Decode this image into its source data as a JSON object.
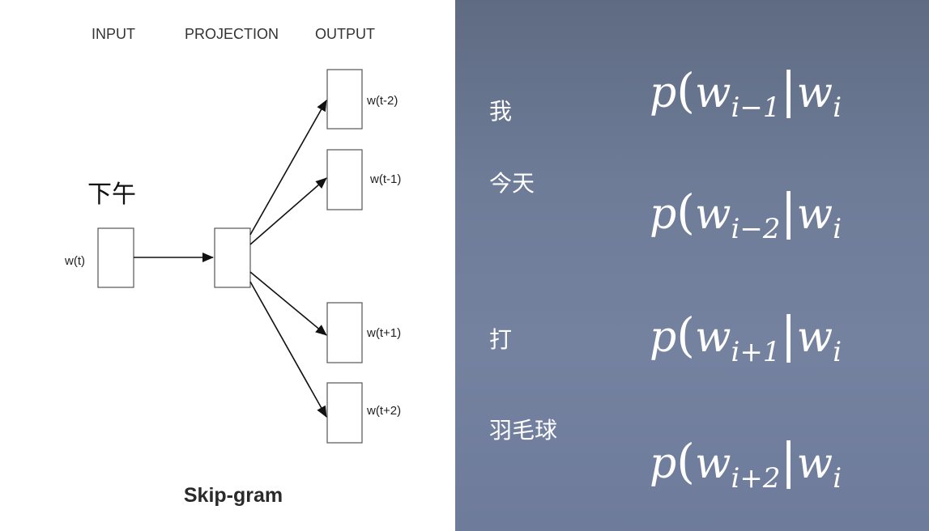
{
  "diagram": {
    "headers": {
      "input": "INPUT",
      "projection": "PROJECTION",
      "output": "OUTPUT"
    },
    "input_word": "下午",
    "input_label": "w(t)",
    "outputs": [
      {
        "label": "w(t-2)"
      },
      {
        "label": "w(t-1)"
      },
      {
        "label": "w(t+1)"
      },
      {
        "label": "w(t+2)"
      }
    ],
    "title": "Skip-gram"
  },
  "examples": [
    {
      "word": "我",
      "formula": {
        "p": "p",
        "sub": "i−1",
        "given": "w",
        "given_sub": "i"
      }
    },
    {
      "word": "今天",
      "formula": {
        "p": "p",
        "sub": "i−2",
        "given": "w",
        "given_sub": "i"
      }
    },
    {
      "word": "打",
      "formula": {
        "p": "p",
        "sub": "i+1",
        "given": "w",
        "given_sub": "i"
      }
    },
    {
      "word": "羽毛球",
      "formula": {
        "p": "p",
        "sub": "i+2",
        "given": "w",
        "given_sub": "i"
      }
    }
  ]
}
